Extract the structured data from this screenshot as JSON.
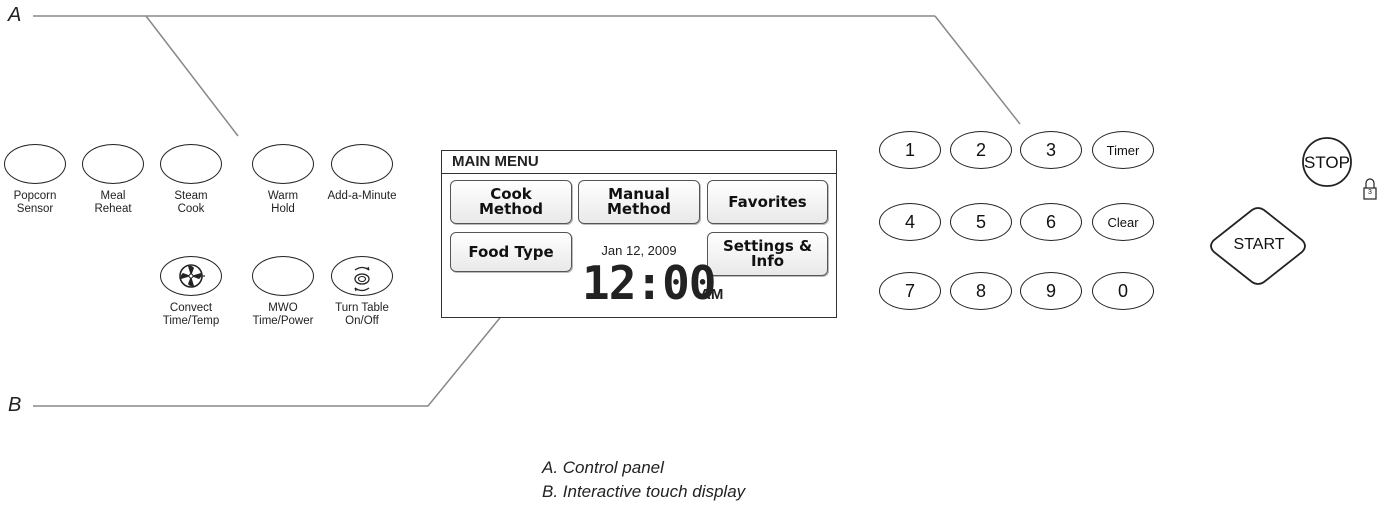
{
  "callouts": {
    "a": "A",
    "b": "B"
  },
  "left_buttons": [
    {
      "label1": "Popcorn",
      "label2": "Sensor"
    },
    {
      "label1": "Meal",
      "label2": "Reheat"
    },
    {
      "label1": "Steam",
      "label2": "Cook"
    },
    {
      "label1": "Warm",
      "label2": "Hold"
    },
    {
      "label1": "Add-a-Minute",
      "label2": ""
    },
    {
      "label1": "Convect",
      "label2": "Time/Temp",
      "icon": "fan-icon"
    },
    {
      "label1": "MWO",
      "label2": "Time/Power"
    },
    {
      "label1": "Turn Table",
      "label2": "On/Off",
      "icon": "turntable-icon"
    }
  ],
  "display": {
    "menu_title": "MAIN MENU",
    "buttons": {
      "cook_method": {
        "line1": "Cook",
        "line2": "Method"
      },
      "manual_method": {
        "line1": "Manual",
        "line2": "Method"
      },
      "favorites": {
        "line1": "Favorites"
      },
      "food_type": {
        "line1": "Food Type"
      },
      "settings_info": {
        "line1": "Settings &",
        "line2": "Info"
      }
    },
    "date": "Jan 12, 2009",
    "time": "12:00",
    "ampm": "AM"
  },
  "keypad": [
    "1",
    "2",
    "3",
    "Timer",
    "4",
    "5",
    "6",
    "Clear",
    "7",
    "8",
    "9",
    "0"
  ],
  "stop_label": "STOP",
  "start_label": "START",
  "lock_icon": "lock-icon",
  "lock_digit": "3",
  "caption": {
    "a": "A. Control panel",
    "b": "B. Interactive touch display"
  }
}
